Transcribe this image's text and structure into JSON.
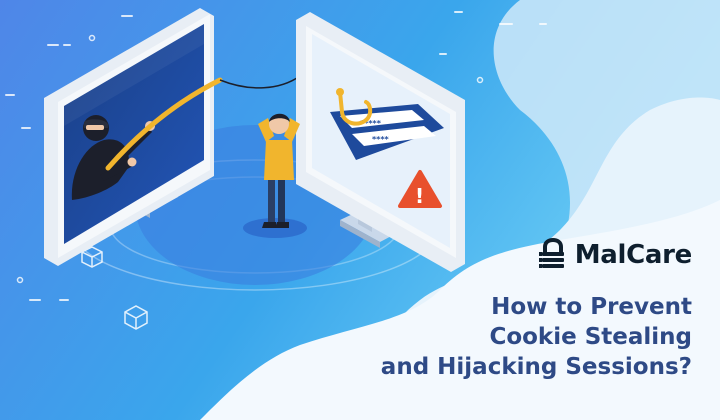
{
  "brand": {
    "name": "MalCare",
    "logo_icon": "padlock-icon",
    "color": "#0e1f2e"
  },
  "headline": {
    "lines": [
      "How to Prevent",
      "Cookie Stealing",
      "and Hijacking Sessions?"
    ],
    "color": "#2e4a86"
  },
  "illustration": {
    "login_form": {
      "username_field": "*****",
      "password_field": "****"
    },
    "warning_symbol": "!",
    "icons": [
      "hacker-figure",
      "fishing-rod-icon",
      "fish-hook-icon",
      "warning-icon",
      "confused-user-figure",
      "cube-icon"
    ]
  },
  "colors": {
    "background_blue": "#3d8fe6",
    "wave_light": "#dbeefb",
    "panel_white": "#f2f8fd",
    "rod_yellow": "#f1b52d",
    "warning_red": "#e8502d"
  }
}
